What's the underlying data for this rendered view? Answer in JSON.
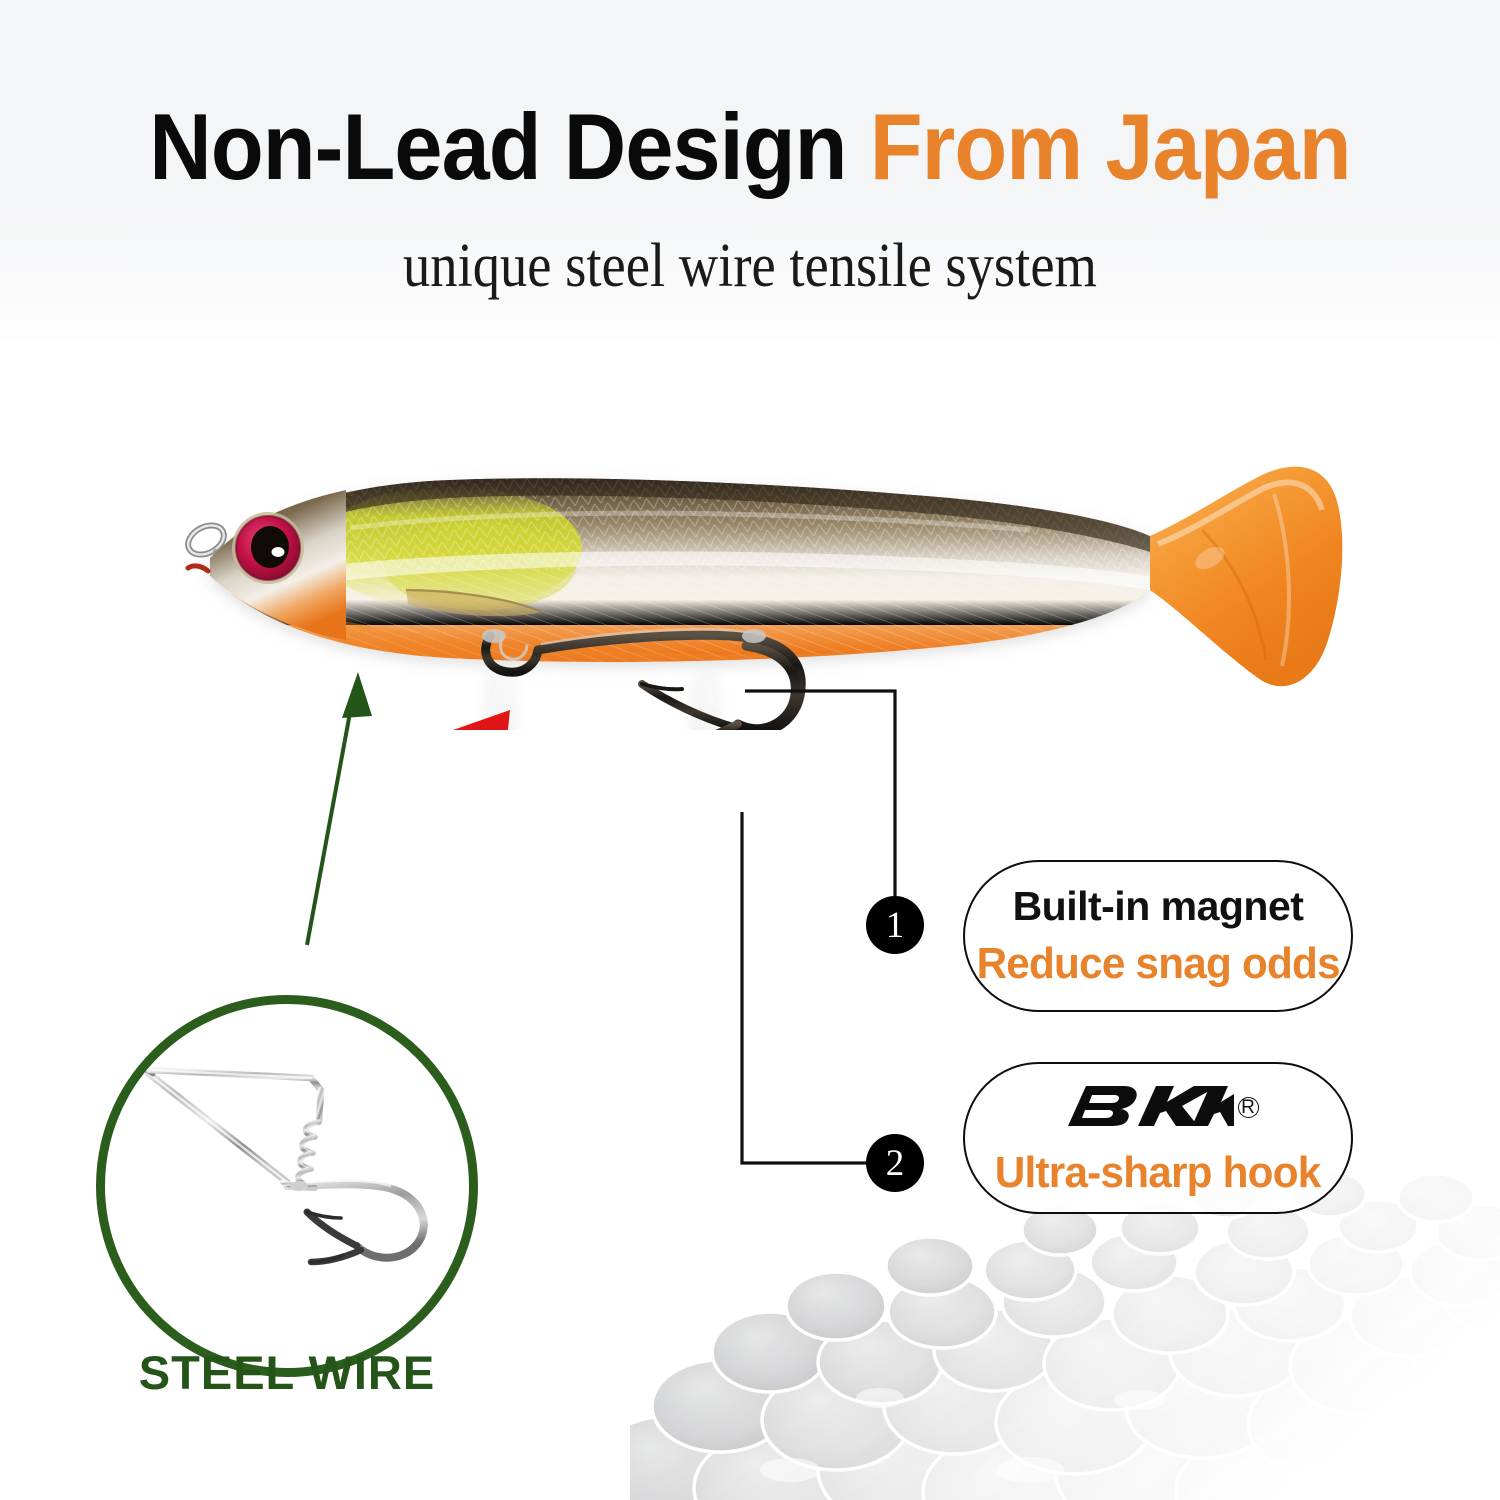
{
  "header": {
    "headline_main": "Non-Lead Design",
    "headline_accent": "From Japan",
    "subhead": "unique steel wire tensile system"
  },
  "colors": {
    "accent_orange": "#e8822b",
    "headline_black": "#0a0a0a",
    "wire_green": "#245418",
    "circle_green": "#2b5e1d",
    "arrow_red": "#e32020",
    "marker_black": "#000000",
    "band_gray": "#f4f5f6"
  },
  "callouts": [
    {
      "number": "1",
      "marker_name": "callout-marker-1",
      "title": "Built-in magnet",
      "subtitle": "Reduce snag odds",
      "has_logo": false
    },
    {
      "number": "2",
      "marker_name": "callout-marker-2",
      "logo": "BKK",
      "logo_mark": "R",
      "subtitle": "Ultra-sharp hook",
      "has_logo": true
    }
  ],
  "detail_circle": {
    "label": "STEEL WIRE",
    "subject": "steel-wire-weighted-hook"
  },
  "product": {
    "name": "soft-swimbait-paddle-tail-lure",
    "tail": "translucent-orange-paddle-tail",
    "hook": "weedless-double-hook",
    "motion_arrow": "hook-flip-up-arrow",
    "pointer_arrow": "steel-wire-pointer-arrow"
  },
  "background": {
    "texture": "river-rock-bed-watermark"
  }
}
